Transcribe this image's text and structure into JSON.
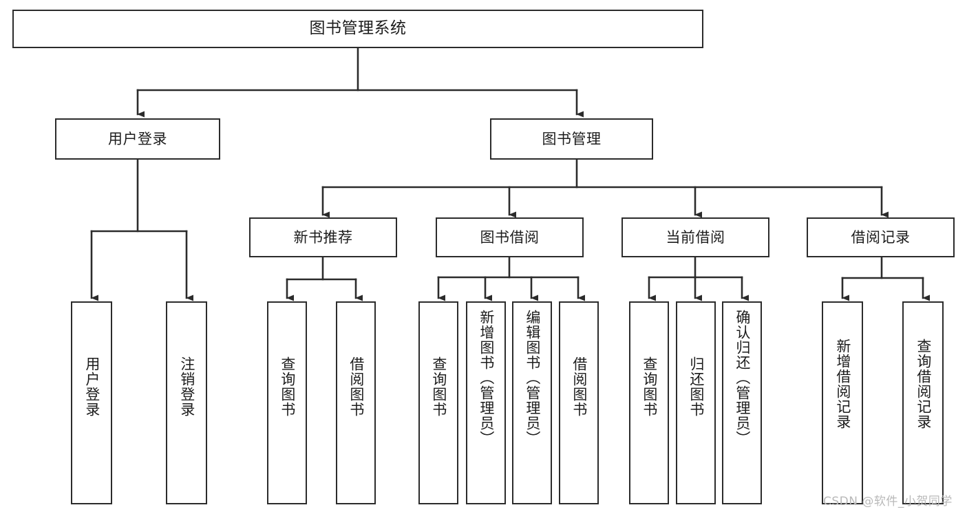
{
  "diagram": {
    "title": "图书管理系统",
    "type": "functional-decomposition-tree",
    "watermark": "CSDN @软件_小贺同学",
    "colors": {
      "background": "#ffffff",
      "box_border": "#2b2b2b",
      "edge": "#2b2b2b",
      "text": "#1c1c1c",
      "watermark": "#b9b9b9"
    },
    "nodes": {
      "root": "图书管理系统",
      "level2": [
        {
          "id": "user-login",
          "label": "用户登录"
        },
        {
          "id": "book-manage",
          "label": "图书管理"
        }
      ],
      "level3": [
        {
          "id": "new-book-recommend",
          "label": "新书推荐"
        },
        {
          "id": "book-borrow",
          "label": "图书借阅"
        },
        {
          "id": "current-borrow",
          "label": "当前借阅"
        },
        {
          "id": "borrow-record",
          "label": "借阅记录"
        }
      ],
      "leaves": {
        "user_login": [
          {
            "id": "leaf-user-login",
            "label": "用户登录"
          },
          {
            "id": "leaf-logout-login",
            "label": "注销登录"
          }
        ],
        "new_book_recommend": [
          {
            "id": "leaf-query-book-1",
            "label": "查询图书"
          },
          {
            "id": "leaf-borrow-book-1",
            "label": "借阅图书"
          }
        ],
        "book_borrow": [
          {
            "id": "leaf-query-book-2",
            "label": "查询图书"
          },
          {
            "id": "leaf-add-book-admin",
            "label": "新增图书（管理员）"
          },
          {
            "id": "leaf-edit-book-admin",
            "label": "编辑图书（管理员）"
          },
          {
            "id": "leaf-borrow-book-2",
            "label": "借阅图书"
          }
        ],
        "current_borrow": [
          {
            "id": "leaf-query-book-3",
            "label": "查询图书"
          },
          {
            "id": "leaf-return-book",
            "label": "归还图书"
          },
          {
            "id": "leaf-confirm-return-admin",
            "label": "确认归还（管理员）"
          }
        ],
        "borrow_record": [
          {
            "id": "leaf-add-borrow-record",
            "label": "新增借阅记录"
          },
          {
            "id": "leaf-query-borrow-record",
            "label": "查询借阅记录"
          }
        ]
      }
    }
  }
}
